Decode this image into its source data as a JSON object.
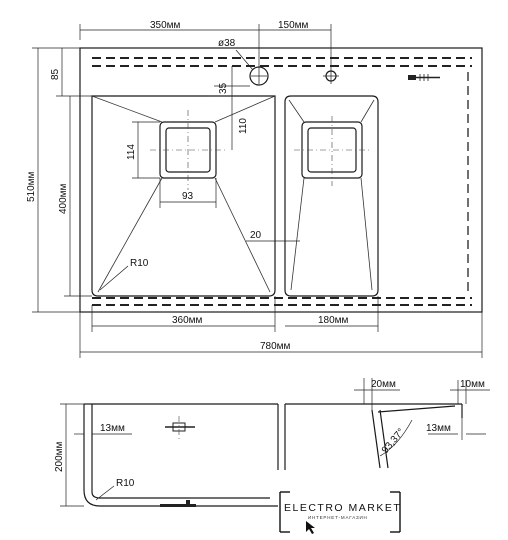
{
  "top_view": {
    "dimensions": {
      "width_left": "350мм",
      "tap_offset": "150мм",
      "tap_hole_diameter": "ø38",
      "top_margin": "85",
      "tap_hole_height": "35",
      "total_height": "510мм",
      "bowl_height": "400мм",
      "drain_height": "114",
      "drain_offset": "110",
      "drain_width": "93",
      "divider": "20",
      "corner_radius": "R10",
      "left_bowl_width": "360мм",
      "right_bowl_width": "180мм",
      "total_width": "780мм"
    }
  },
  "side_view": {
    "dimensions": {
      "height": "200мм",
      "wall": "13мм",
      "bottom_radius": "R10",
      "right_top": "20мм",
      "right_edge": "10мм",
      "right_wall": "13мм",
      "angle": "93,37°"
    }
  },
  "brand": {
    "name": "ELECTRO MARKET",
    "tagline": "ИНТЕРНЕТ-МАГАЗИН"
  }
}
